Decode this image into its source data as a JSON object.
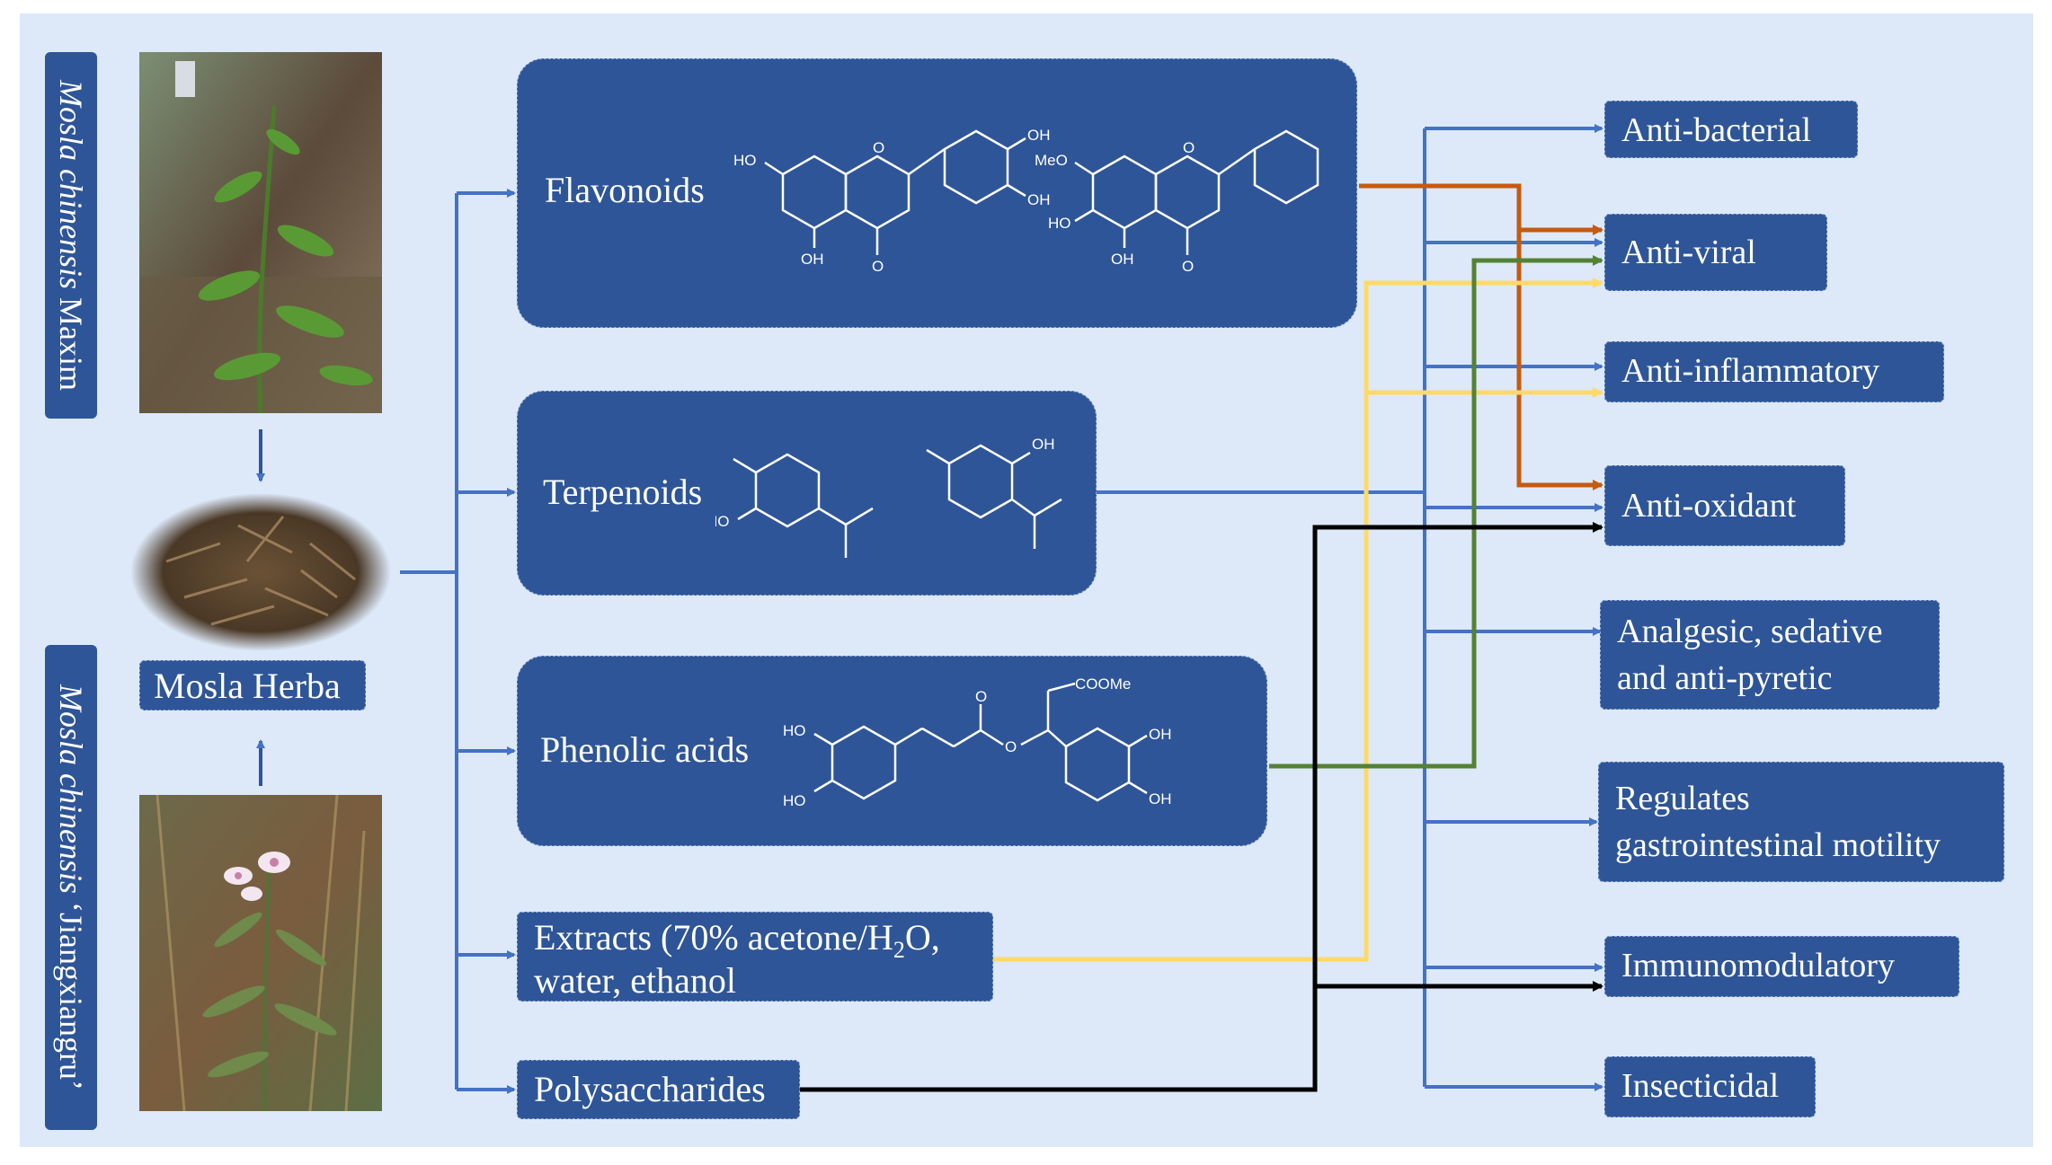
{
  "species": {
    "top_italic": "Mosla chinensis",
    "top_plain": " Maxim",
    "bottom_italic": "Mosla chinensis",
    "bottom_plain": " ‘Jiangxiangru’"
  },
  "herb_label": "Mosla Herba",
  "components": {
    "flavonoids": "Flavonoids",
    "terpenoids": "Terpenoids",
    "phenolic_acids": "Phenolic acids",
    "extracts_line1_pre": "Extracts (70% acetone/H",
    "extracts_sub": "2",
    "extracts_line1_post": "O,",
    "extracts_line2": "water, ethanol",
    "polysaccharides": "Polysaccharides"
  },
  "molecule_labels": {
    "ho": "HO",
    "oh": "OH",
    "o": "O",
    "meo": "MeO",
    "coome": "COOMe"
  },
  "effects": {
    "anti_bacterial": "Anti-bacterial",
    "anti_viral": "Anti-viral",
    "anti_inflammatory": "Anti-inflammatory",
    "anti_oxidant": "Anti-oxidant",
    "analgesic_line1": "Analgesic, sedative",
    "analgesic_line2": "and anti-pyretic",
    "gi_line1": "Regulates",
    "gi_line2": "gastrointestinal motility",
    "immunomodulatory": "Immunomodulatory",
    "insecticidal": "Insecticidal"
  },
  "colors": {
    "background": "#dde9f9",
    "box": "#2e5597",
    "blue_arrow": "#4472c4",
    "orange_arrow": "#c55a11",
    "yellow_arrow": "#ffd966",
    "green_arrow": "#548235",
    "black_arrow": "#000000"
  }
}
